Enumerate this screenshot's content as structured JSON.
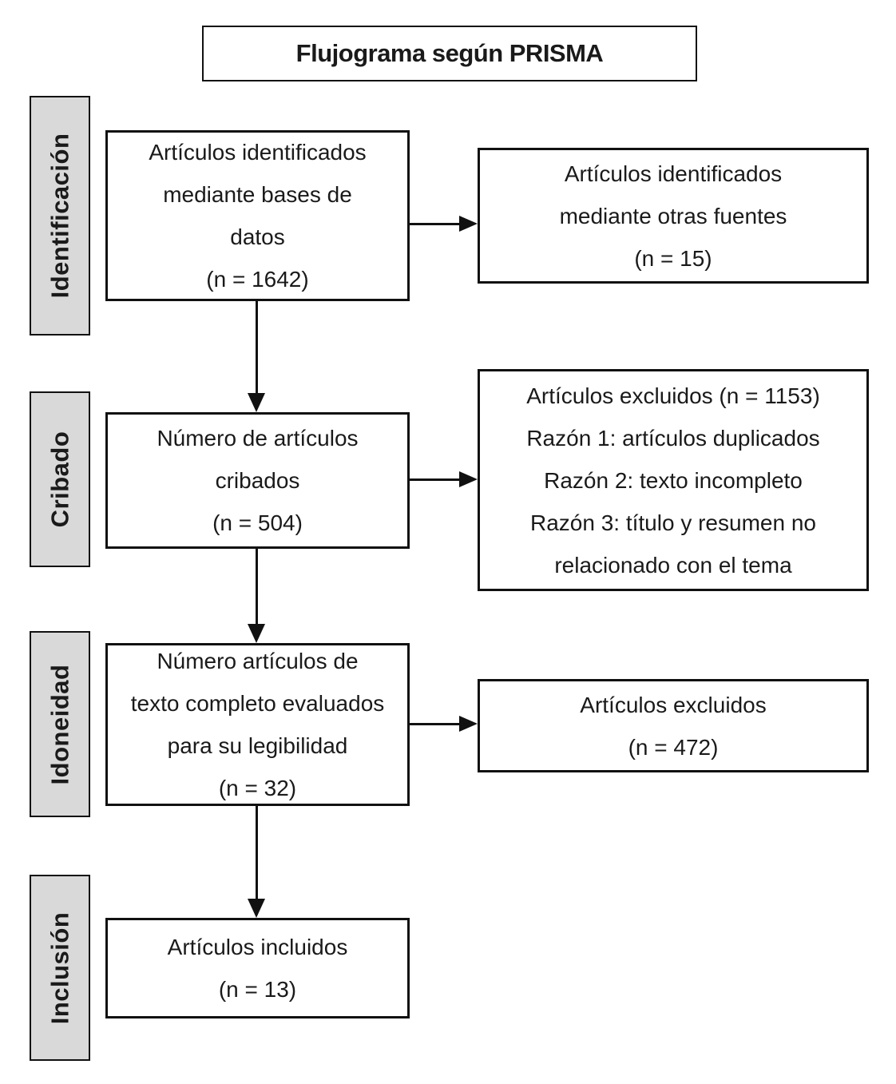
{
  "diagram": {
    "title": "Flujograma según PRISMA",
    "stages": [
      {
        "label": "Identificación"
      },
      {
        "label": "Cribado"
      },
      {
        "label": "Idoneidad"
      },
      {
        "label": "Inclusión"
      }
    ],
    "main_boxes": [
      {
        "lines": [
          "Artículos identificados",
          "mediante bases de",
          "datos",
          "(n = 1642)"
        ],
        "n": 1642
      },
      {
        "lines": [
          "Número de artículos",
          "cribados",
          "(n = 504)"
        ],
        "n": 504
      },
      {
        "lines": [
          "Número artículos de",
          "texto completo evaluados",
          "para su legibilidad",
          "(n = 32)"
        ],
        "n": 32
      },
      {
        "lines": [
          "Artículos incluidos",
          "(n = 13)"
        ],
        "n": 13
      }
    ],
    "side_boxes": [
      {
        "lines": [
          "Artículos identificados",
          "mediante otras fuentes",
          "(n = 15)"
        ],
        "n": 15
      },
      {
        "lines": [
          "Artículos excluidos (n = 1153)",
          "Razón 1: artículos duplicados",
          "Razón 2: texto incompleto",
          "Razón 3: título y resumen no relacionado con el tema"
        ],
        "n": 1153
      },
      {
        "lines": [
          "Artículos excluidos",
          "(n = 472)"
        ],
        "n": 472
      }
    ],
    "colors": {
      "stage_fill": "#d9d9d9",
      "border": "#111111",
      "text": "#1a1a1a",
      "background": "#ffffff"
    }
  }
}
